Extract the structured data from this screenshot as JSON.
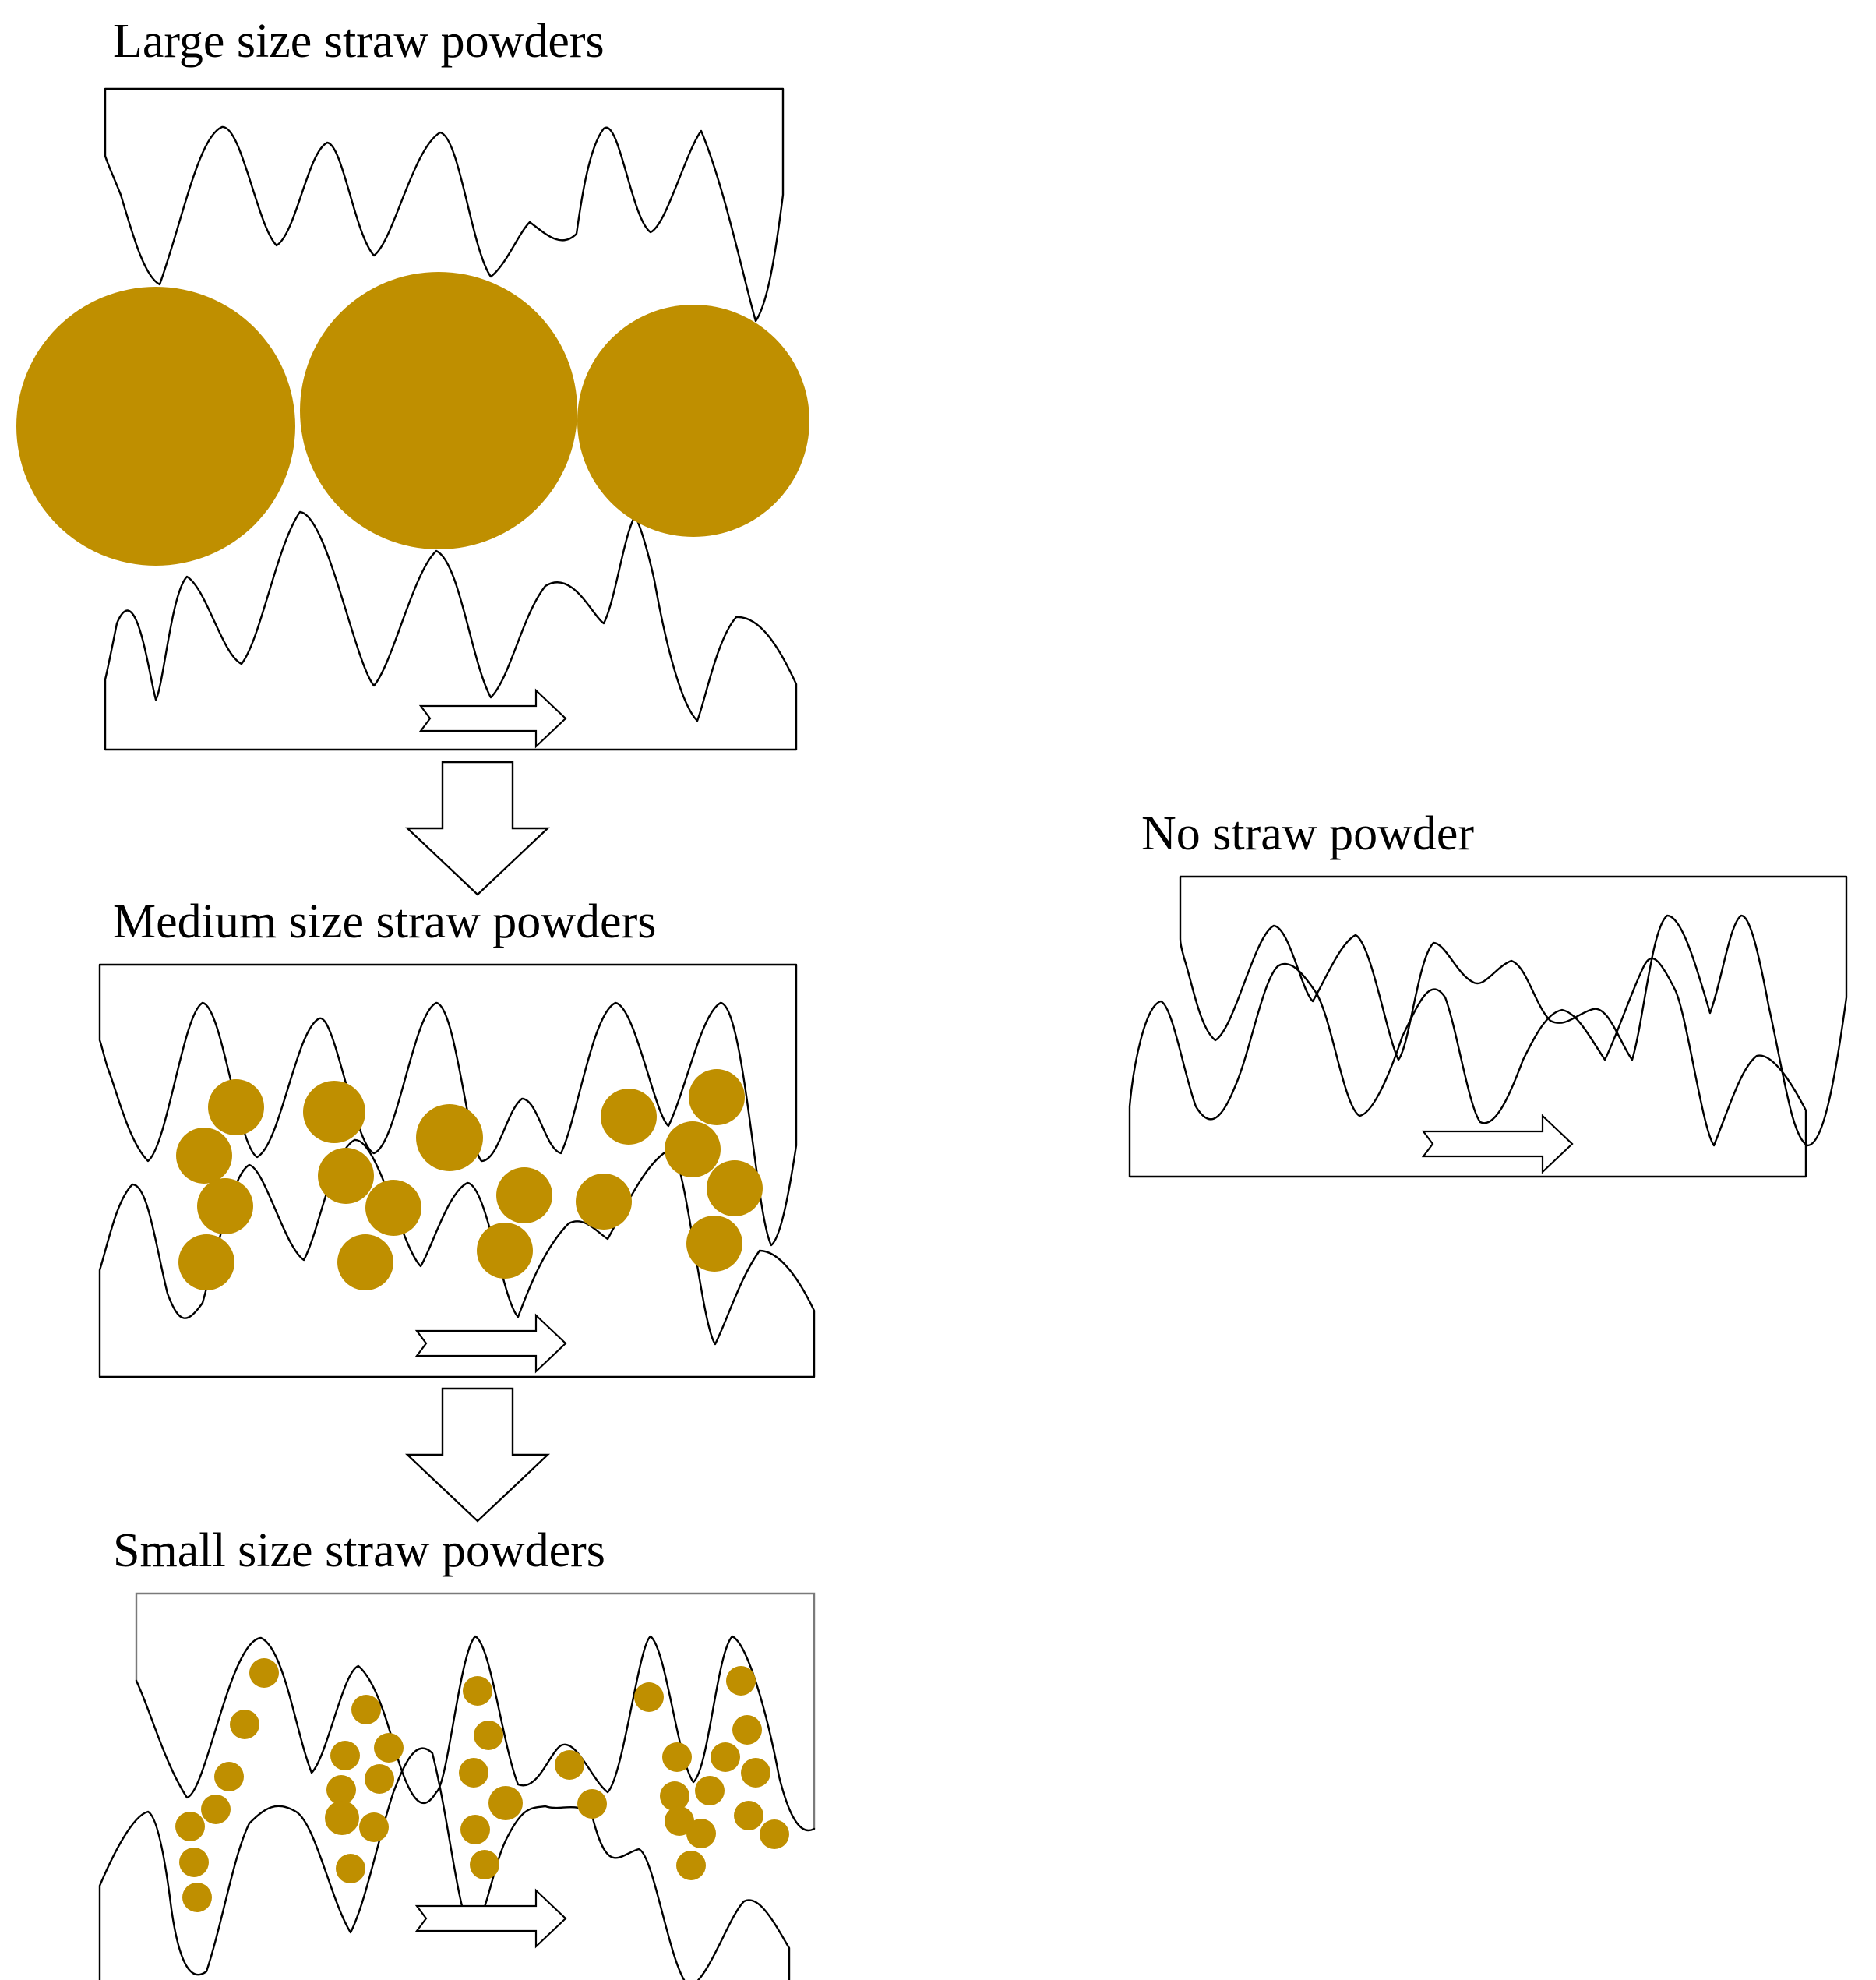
{
  "labels": {
    "large": "Large size straw powders",
    "medium": "Medium size straw powders",
    "small": "Small size straw powders",
    "none": "No straw powder"
  },
  "colors": {
    "particle": "#BF8F00",
    "outline": "#000000",
    "background": "#FFFFFF"
  }
}
